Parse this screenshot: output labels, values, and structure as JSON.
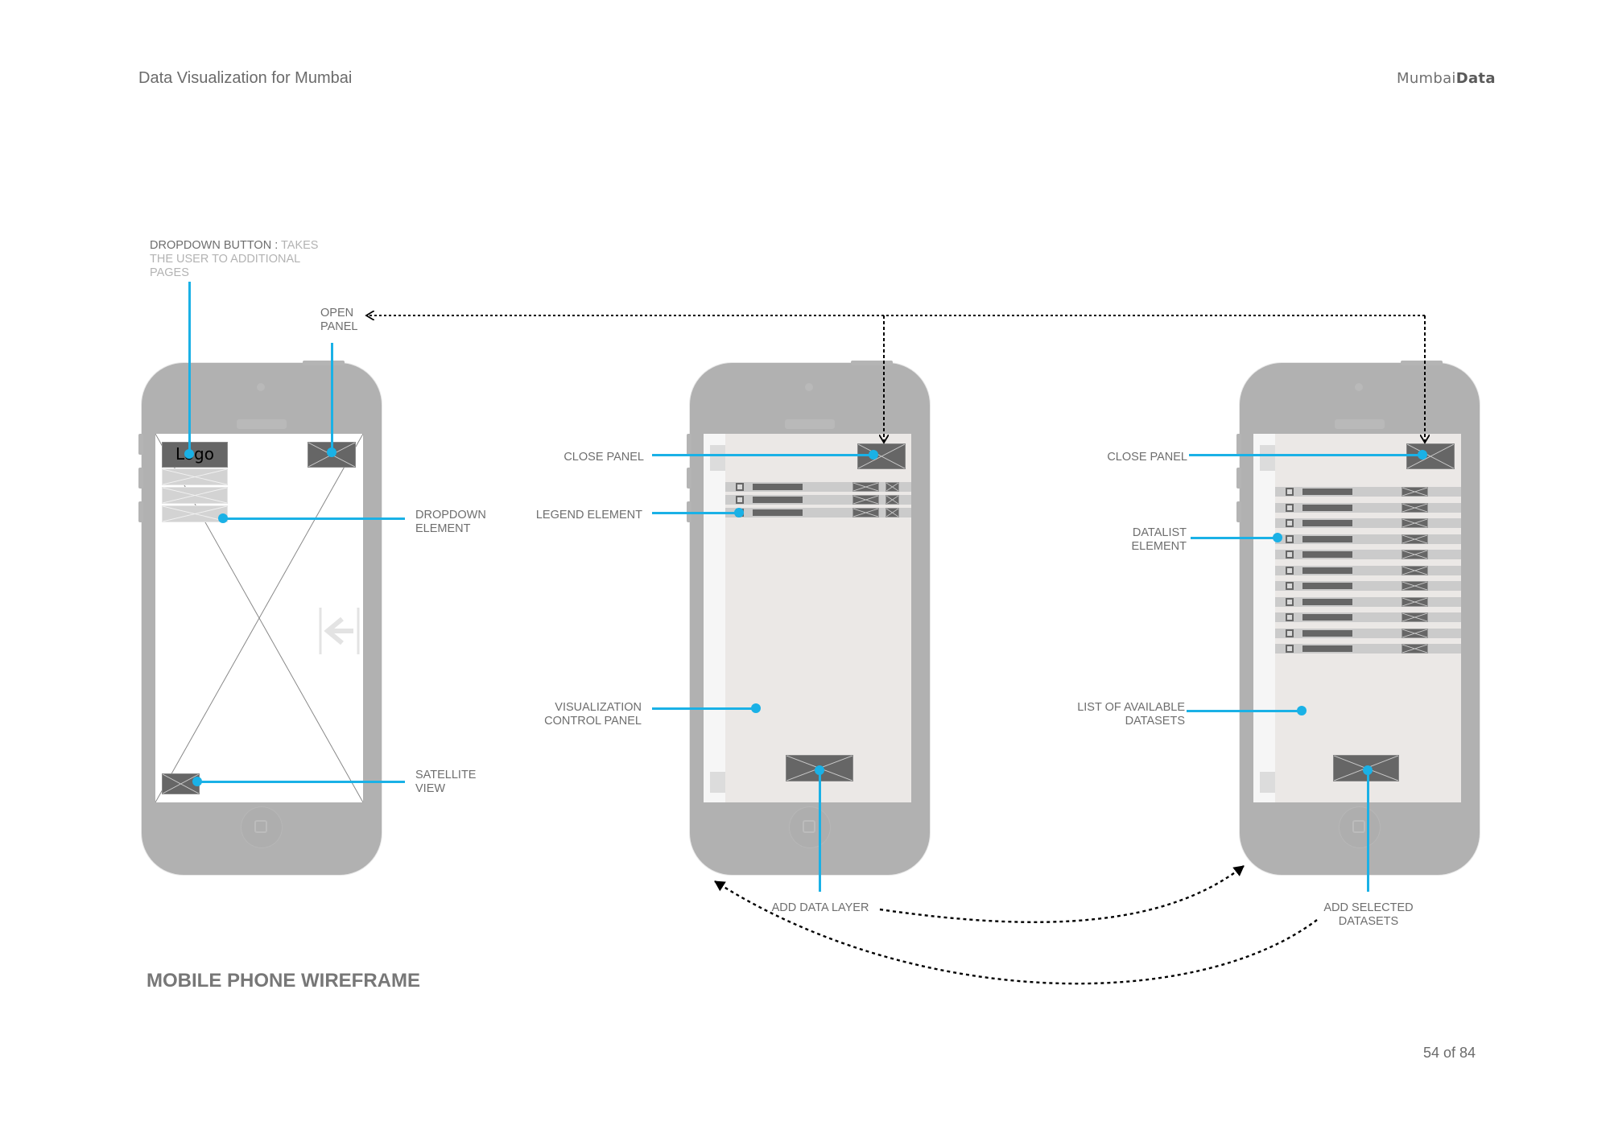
{
  "header": {
    "title": "Data Visualization for Mumbai",
    "brand_light": "Mumbai",
    "brand_bold": "Data"
  },
  "section_title": "MOBILE PHONE WIREFRAME",
  "page": "54 of 84",
  "colors": {
    "callout": "#1ab1e6",
    "phone_body": "#b1b1b1",
    "placeholder_dark": "#666666",
    "panel_bg": "#ebe8e6"
  },
  "phone1": {
    "logo_text": "Logo",
    "dropdown_items": 3,
    "annotations": {
      "dropdown_button_bold": "DROPDOWN BUTTON :",
      "dropdown_button_desc_1": "TAKES",
      "dropdown_button_desc_2": "THE USER TO ADDITIONAL",
      "dropdown_button_desc_3": "PAGES",
      "open_panel_1": "OPEN",
      "open_panel_2": "PANEL",
      "dropdown_element_1": "DROPDOWN",
      "dropdown_element_2": "ELEMENT",
      "satellite_view_1": "SATELLITE",
      "satellite_view_2": "VIEW"
    },
    "icons": {
      "open_panel": "collapse-left-arrow-icon"
    }
  },
  "phone2": {
    "legend_rows": 3,
    "annotations": {
      "close_panel": "CLOSE PANEL",
      "legend_element": "LEGEND ELEMENT",
      "viz_control_1": "VISUALIZATION",
      "viz_control_2": "CONTROL PANEL",
      "add_data_layer": "ADD DATA LAYER"
    }
  },
  "phone3": {
    "datalist_rows": 11,
    "annotations": {
      "close_panel": "CLOSE PANEL",
      "datalist_1": "DATALIST",
      "datalist_2": "ELEMENT",
      "available_1": "LIST OF AVAILABLE",
      "available_2": "DATASETS",
      "add_selected_1": "ADD SELECTED",
      "add_selected_2": "DATASETS"
    }
  }
}
